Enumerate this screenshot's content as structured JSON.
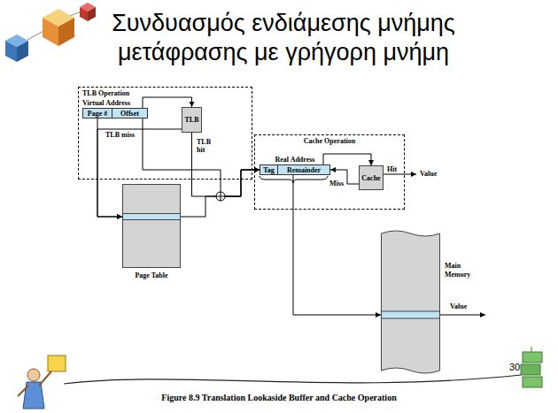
{
  "diagram": {
    "title": "Συνδυασμός ενδιάμεσης μνήμης μετάφρασης με γρήγορη μνήμη",
    "caption": "Figure 8.9 Translation Lookaside Buffer and Cache Operation",
    "nodes": [
      {
        "text": [
          "TLB Operation"
        ]
      },
      {
        "text": [
          "Virtual Address"
        ],
        "in": 0
      },
      {
        "text": [
          "Page #"
        ],
        "in": 1
      },
      {
        "text": [
          "Offset"
        ],
        "in": 1
      },
      {
        "text": [
          "TLB"
        ],
        "in": 0
      },
      {
        "text": [
          "Page Table"
        ]
      },
      {
        "text": [
          "Cache Operation"
        ]
      },
      {
        "text": [
          "Real Address"
        ],
        "in": 6
      },
      {
        "text": [
          "Tag"
        ],
        "in": 7
      },
      {
        "text": [
          "Remainder"
        ],
        "in": 7
      },
      {
        "text": [
          "Cache"
        ],
        "in": 6
      },
      {
        "text": [
          "Main Memory"
        ]
      }
    ],
    "edges": [
      {
        "from": 1,
        "to": 4,
        "arrow": "to"
      },
      {
        "from": 4,
        "to": 5,
        "label": "TLB miss",
        "arrow": "to"
      },
      {
        "from": 2,
        "to": 5,
        "arrow": "to"
      },
      {
        "from": 4,
        "to": 7,
        "label": "TLB hit",
        "arrow": "to"
      },
      {
        "from": 5,
        "to": 7,
        "arrow": "to"
      },
      {
        "from": 3,
        "to": 7,
        "arrow": "to"
      },
      {
        "from": 7,
        "to": 10,
        "arrow": "to"
      },
      {
        "from": 10,
        "to": 7,
        "label": "Miss",
        "arrow": "to"
      },
      {
        "from": 7,
        "to": 11,
        "arrow": "to"
      }
    ],
    "labels": [
      "Hit",
      "Value",
      "Value",
      "30"
    ]
  }
}
